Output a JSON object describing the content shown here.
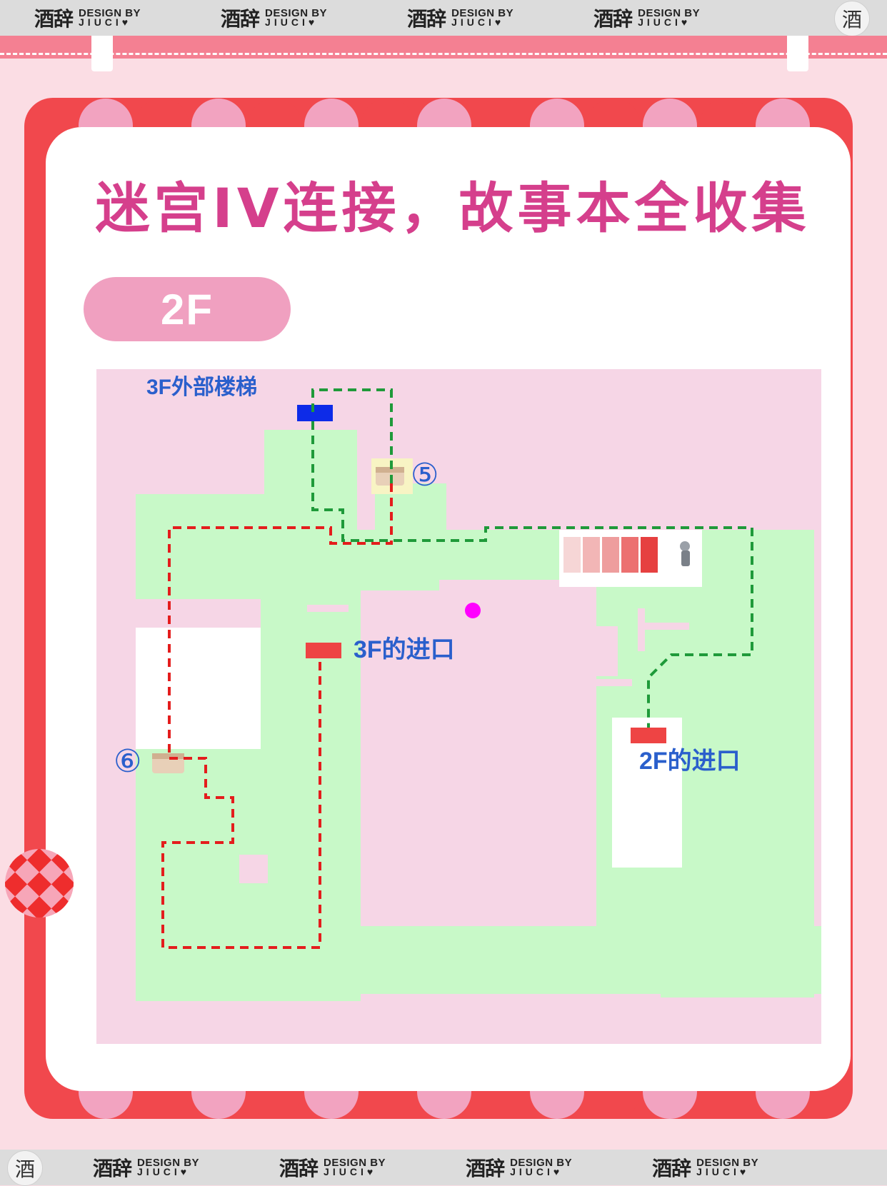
{
  "watermark": {
    "brand_cn": "酒辞",
    "brand_en_line1": "DESIGN BY",
    "brand_en_line2": "JIUCI♥",
    "logo_char": "酒"
  },
  "title": "迷宫IV连接，故事本全收集",
  "floor_label": "2F",
  "map": {
    "labels": {
      "stairs_3f_external": "3F外部楼梯",
      "entrance_3f": "3F的进口",
      "entrance_2f": "2F的进口",
      "item_5": "⑤",
      "item_6": "⑥"
    },
    "legend_colors": {
      "walkable": "#c8f9c8",
      "background": "#f6d6e6",
      "entrance": "#ee4444",
      "stairs": "#0d2be8",
      "route_green": "#1f9a3a",
      "route_red": "#e41d1d",
      "marker": "#ff00ff"
    }
  }
}
